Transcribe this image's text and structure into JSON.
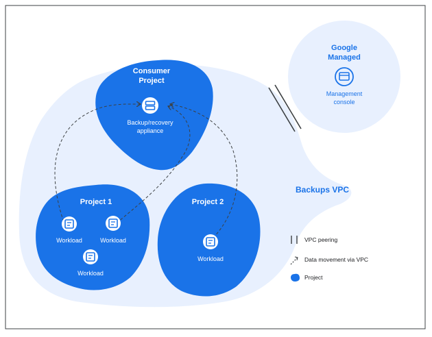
{
  "diagram": {
    "google_managed": {
      "title_line1": "Google",
      "title_line2": "Managed",
      "console_line1": "Management",
      "console_line2": "console"
    },
    "consumer_project": {
      "title_line1": "Consumer",
      "title_line2": "Project",
      "appliance_line1": "Backup/recovery",
      "appliance_line2": "appliance"
    },
    "project1": {
      "title": "Project 1",
      "workloads": [
        "Workload",
        "Workload",
        "Workload"
      ]
    },
    "project2": {
      "title": "Project 2",
      "workloads": [
        "Workload"
      ]
    },
    "vpc_label": "Backups VPC",
    "legend": {
      "vpc_peering": "VPC peering",
      "data_movement": "Data movement via VPC",
      "project": "Project"
    }
  },
  "colors": {
    "vpc_bg": "#e8f0fe",
    "project_blue": "#1a73e8",
    "console_circle": "#e8f0fe",
    "text_dark": "#202124",
    "text_link": "#1a73e8"
  }
}
